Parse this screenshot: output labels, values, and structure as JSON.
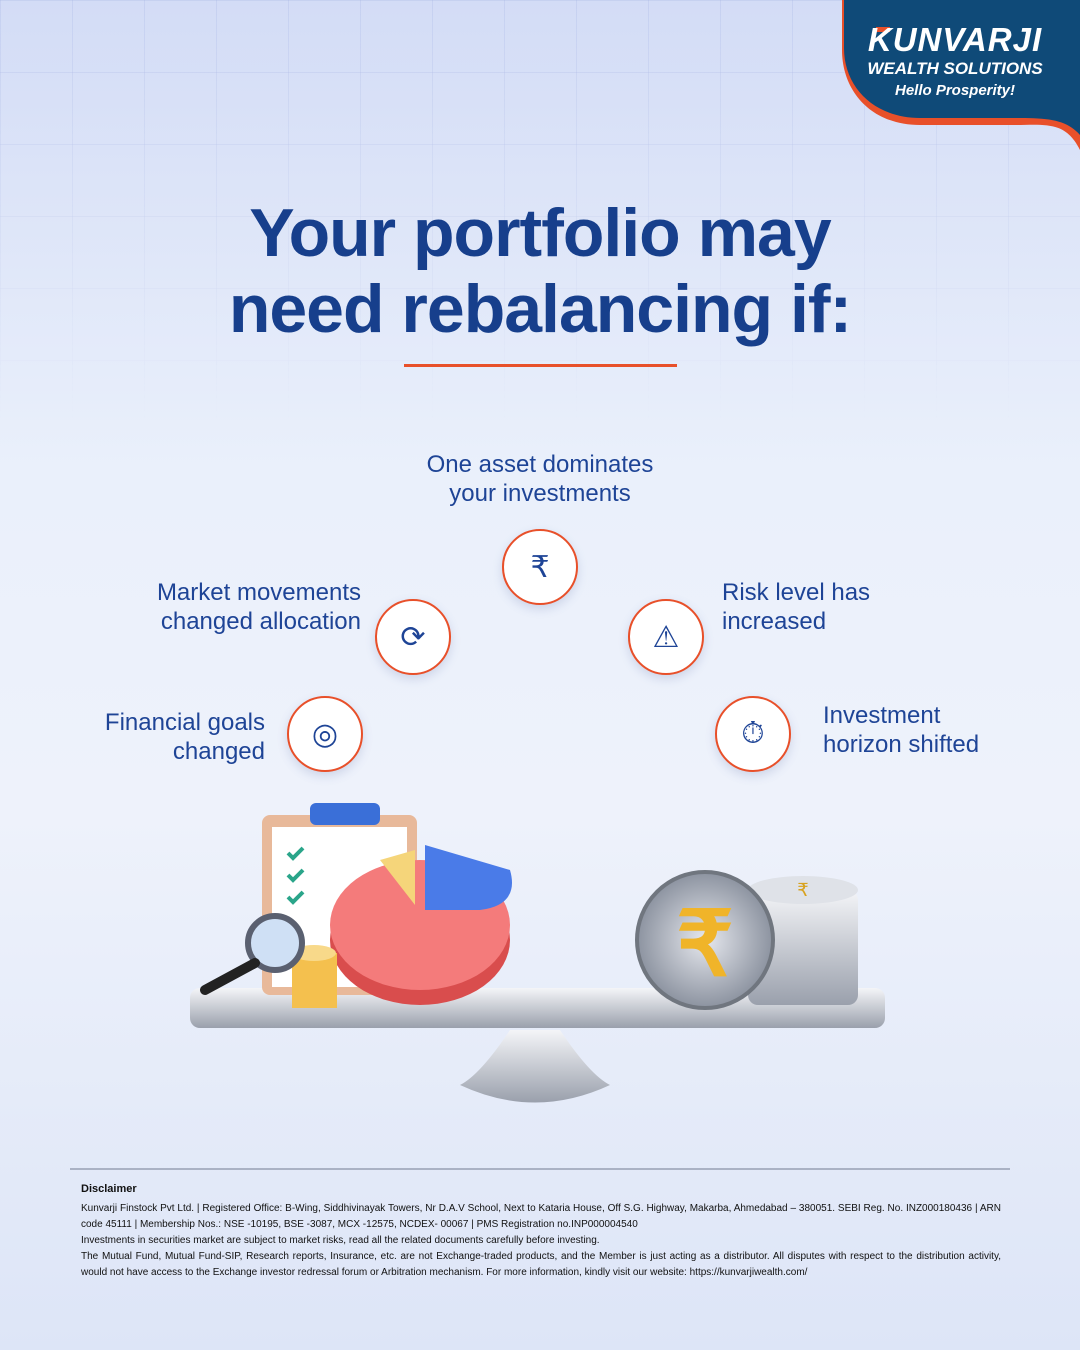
{
  "brand": {
    "name": "KUNVARJI",
    "subtitle": "WEALTH SOLUTIONS",
    "tagline": "Hello Prosperity!"
  },
  "title": {
    "line1": "Your portfolio may",
    "line2": "need rebalancing if:"
  },
  "reasons": [
    {
      "label1": "One asset dominates",
      "label2": "your investments",
      "icon": "asset-dominance-icon"
    },
    {
      "label1": "Market movements",
      "label2": "changed allocation",
      "icon": "market-movement-icon"
    },
    {
      "label1": "Risk level has",
      "label2": "increased",
      "icon": "risk-warning-icon"
    },
    {
      "label1": "Financial goals",
      "label2": "changed",
      "icon": "goal-target-icon"
    },
    {
      "label1": "Investment",
      "label2": "horizon shifted",
      "icon": "time-horizon-icon"
    }
  ],
  "disclaimer": {
    "heading": "Disclaimer",
    "line1": "Kunvarji Finstock Pvt Ltd. | Registered Office: B-Wing, Siddhivinayak Towers, Nr D.A.V School, Next to Kataria House, Off S.G. Highway, Makarba, Ahmedabad – 380051. SEBI Reg. No. INZ000180436 | ARN code 45111 | Membership Nos.: NSE -10195, BSE -3087, MCX -12575, NCDEX- 00067 | PMS Registration no.INP000004540",
    "line2": "Investments in securities market are subject to market risks, read all the related documents carefully before investing.",
    "line3": "The Mutual Fund, Mutual Fund-SIP, Research reports, Insurance, etc. are not Exchange-traded products, and the Member is just acting as a distributor. All disputes with respect to the distribution activity, would not have access to the Exchange investor redressal forum or Arbitration mechanism. For more information, kindly visit our website: https://kunvarjiwealth.com/"
  },
  "colors": {
    "navy": "#173f8c",
    "orange": "#e8502a",
    "logo_bg": "#0f4a78"
  }
}
